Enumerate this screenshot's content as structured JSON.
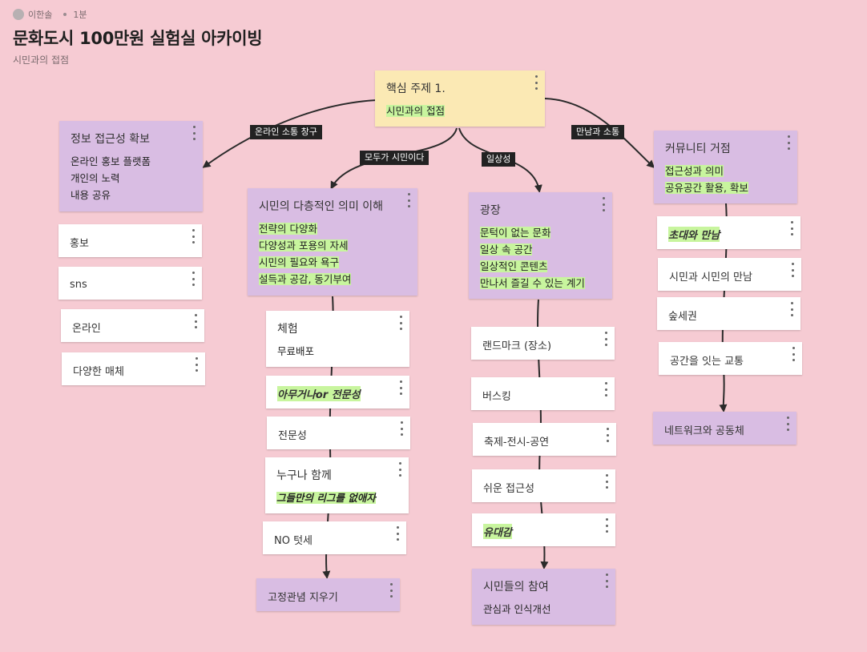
{
  "meta": {
    "author": "이한솔",
    "time": "1분"
  },
  "title": "문화도시 100만원 실험실 아카이빙",
  "subtitle": "시민과의 접점",
  "edge_labels": {
    "online": "온라인 소통 창구",
    "everyone": "모두가 시민이다",
    "daily": "일상성",
    "meeting": "만남과 소통"
  },
  "cards": {
    "core": {
      "title": "핵심 주제 1.",
      "items": [
        "시민과의 접점"
      ]
    },
    "info": {
      "title": "정보 접근성 확보",
      "items": [
        "온라인 홍보 플랫폼",
        "개인의 노력",
        "내용 공유"
      ]
    },
    "info_children": [
      "홍보",
      "sns",
      "온라인",
      "다양한 매체"
    ],
    "diverse": {
      "title": "시민의 다층적인 의미 이해",
      "items": [
        "전략의 다양화",
        "다양성과 포용의 자세",
        "시민의 필요와 욕구",
        "설득과 공감, 동기부여"
      ]
    },
    "exp": {
      "title": "체험",
      "items": [
        "무료배포"
      ]
    },
    "anyone_expert": "아무거나or 전문성",
    "expertise": "전문성",
    "together": {
      "title": "누구나 함께",
      "items": [
        "그들만의 리그를 없애자"
      ]
    },
    "no_tax": "NO 텃세",
    "stereotype": "고정관념 지우기",
    "plaza": {
      "title": "광장",
      "items": [
        "문턱이 없는 문화",
        "일상 속 공간",
        "일상적인 콘텐츠",
        "만나서 즐길 수 있는 계기"
      ]
    },
    "plaza_children": [
      "랜드마크 (장소)",
      "버스킹",
      "축제-전시-공연",
      "쉬운 접근성"
    ],
    "solidarity": "유대감",
    "participation": {
      "title": "시민들의 참여",
      "items": [
        "관심과 인식개선"
      ]
    },
    "community": {
      "title": "커뮤니티 거점",
      "items": [
        "접근성과 의미",
        "공유공간 활용, 확보"
      ]
    },
    "invite": "초대와 만남",
    "citizen_meet": "시민과 시민의 만남",
    "area": "숲세권",
    "transport": "공간을 잇는 교통",
    "network": "네트워크와 공동체"
  }
}
